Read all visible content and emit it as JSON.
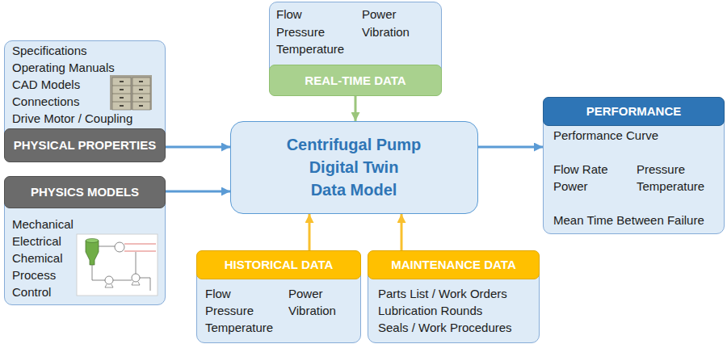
{
  "diagram": {
    "nodes": [
      {
        "text": [
          "Specifications",
          "Operating Manuals",
          "CAD Models",
          "Connections",
          "Drive Motor / Coupling"
        ]
      },
      {
        "text": [
          "PHYSICAL PROPERTIES"
        ],
        "in": 0
      },
      {
        "text": [
          "Flow",
          "Power",
          "Pressure",
          "Vibration",
          "Temperature"
        ]
      },
      {
        "text": [
          "REAL-TIME DATA"
        ],
        "in": 2
      },
      {
        "text": [
          "Centrifugal Pump Digital Twin Data Model"
        ]
      },
      {
        "text": [
          "Performance Curve",
          "Flow Rate",
          "Pressure",
          "Power",
          "Temperature",
          "Mean Time Between Failure"
        ]
      },
      {
        "text": [
          "PERFORMANCE"
        ],
        "in": 5
      },
      {
        "text": [
          "Mechanical",
          "Electrical",
          "Chemical",
          "Process",
          "Control"
        ]
      },
      {
        "text": [
          "PHYSICS MODELS"
        ],
        "in": 7
      },
      {
        "text": [
          "Flow",
          "Power",
          "Pressure",
          "Vibration",
          "Temperature"
        ]
      },
      {
        "text": [
          "HISTORICAL DATA"
        ],
        "in": 9
      },
      {
        "text": [
          "Parts List / Work Orders",
          "Lubrication Rounds",
          "Seals / Work Procedures"
        ]
      },
      {
        "text": [
          "MAINTENANCE DATA"
        ],
        "in": 11
      }
    ],
    "edges": [
      {
        "from": 1,
        "to": 4,
        "arrow": "to"
      },
      {
        "from": 3,
        "to": 4,
        "arrow": "to"
      },
      {
        "from": 8,
        "to": 4,
        "arrow": "to"
      },
      {
        "from": 4,
        "to": 5,
        "arrow": "to"
      },
      {
        "from": 10,
        "to": 4,
        "arrow": "to"
      },
      {
        "from": 12,
        "to": 4,
        "arrow": "to"
      }
    ]
  }
}
